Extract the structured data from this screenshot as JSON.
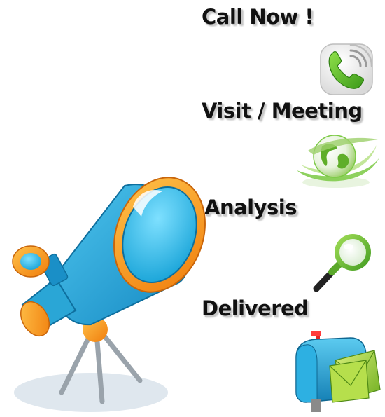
{
  "steps": [
    {
      "label": "Call Now !",
      "icon": "phone-icon"
    },
    {
      "label": "Visit / Meeting",
      "icon": "globe-icon"
    },
    {
      "label": "Analysis",
      "icon": "magnifier-icon"
    },
    {
      "label": "Delivered",
      "icon": "mailbox-icon"
    }
  ],
  "colors": {
    "text": "#111111",
    "telescope_body": "#29a9dc",
    "telescope_rim": "#f59a1b",
    "lens": "#3fc8ef",
    "phone_green": "#5cc22a",
    "globe_green": "#7ac943",
    "mailbox_blue": "#2aa6d6",
    "envelope_green": "#a5cf3b"
  }
}
